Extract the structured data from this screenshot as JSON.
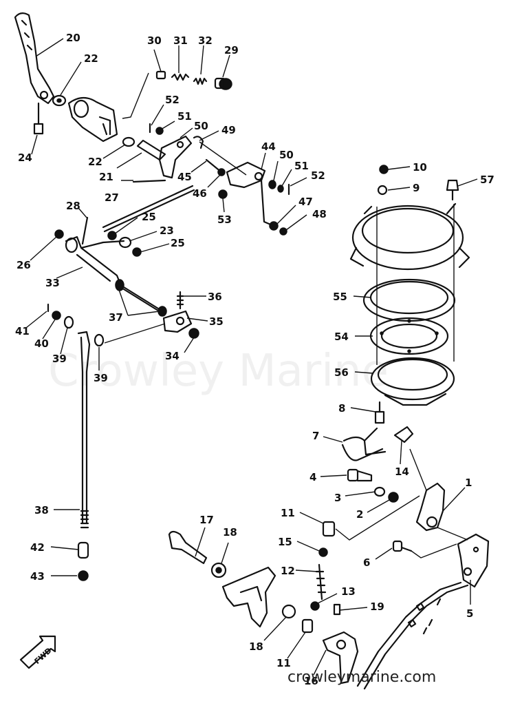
{
  "watermark": "Crowley Marine",
  "footer_text": "crowleymarine.com",
  "fwd_label": "FWD",
  "callouts": {
    "c20": "20",
    "c22a": "22",
    "c24": "24",
    "c22b": "22",
    "c21": "21",
    "c30": "30",
    "c31": "31",
    "c32": "32",
    "c29": "29",
    "c52a": "52",
    "c51a": "51",
    "c50a": "50",
    "c49": "49",
    "c44": "44",
    "c50b": "50",
    "c51b": "51",
    "c52b": "52",
    "c45": "45",
    "c46": "46",
    "c53": "53",
    "c47": "47",
    "c48": "48",
    "c27": "27",
    "c28": "28",
    "c25a": "25",
    "c23": "23",
    "c25b": "25",
    "c26": "26",
    "c33": "33",
    "c36": "36",
    "c37": "37",
    "c35": "35",
    "c41": "41",
    "c40": "40",
    "c39a": "39",
    "c39b": "39",
    "c34": "34",
    "c38": "38",
    "c42": "42",
    "c43": "43",
    "c10": "10",
    "c9": "9",
    "c57": "57",
    "c55": "55",
    "c54": "54",
    "c56": "56",
    "c8": "8",
    "c7": "7",
    "c14": "14",
    "c4": "4",
    "c3": "3",
    "c2": "2",
    "c1": "1",
    "c11a": "11",
    "c15": "15",
    "c6": "6",
    "c17": "17",
    "c18a": "18",
    "c12": "12",
    "c13": "13",
    "c19": "19",
    "c5": "5",
    "c18b": "18",
    "c11b": "11",
    "c16": "16"
  }
}
